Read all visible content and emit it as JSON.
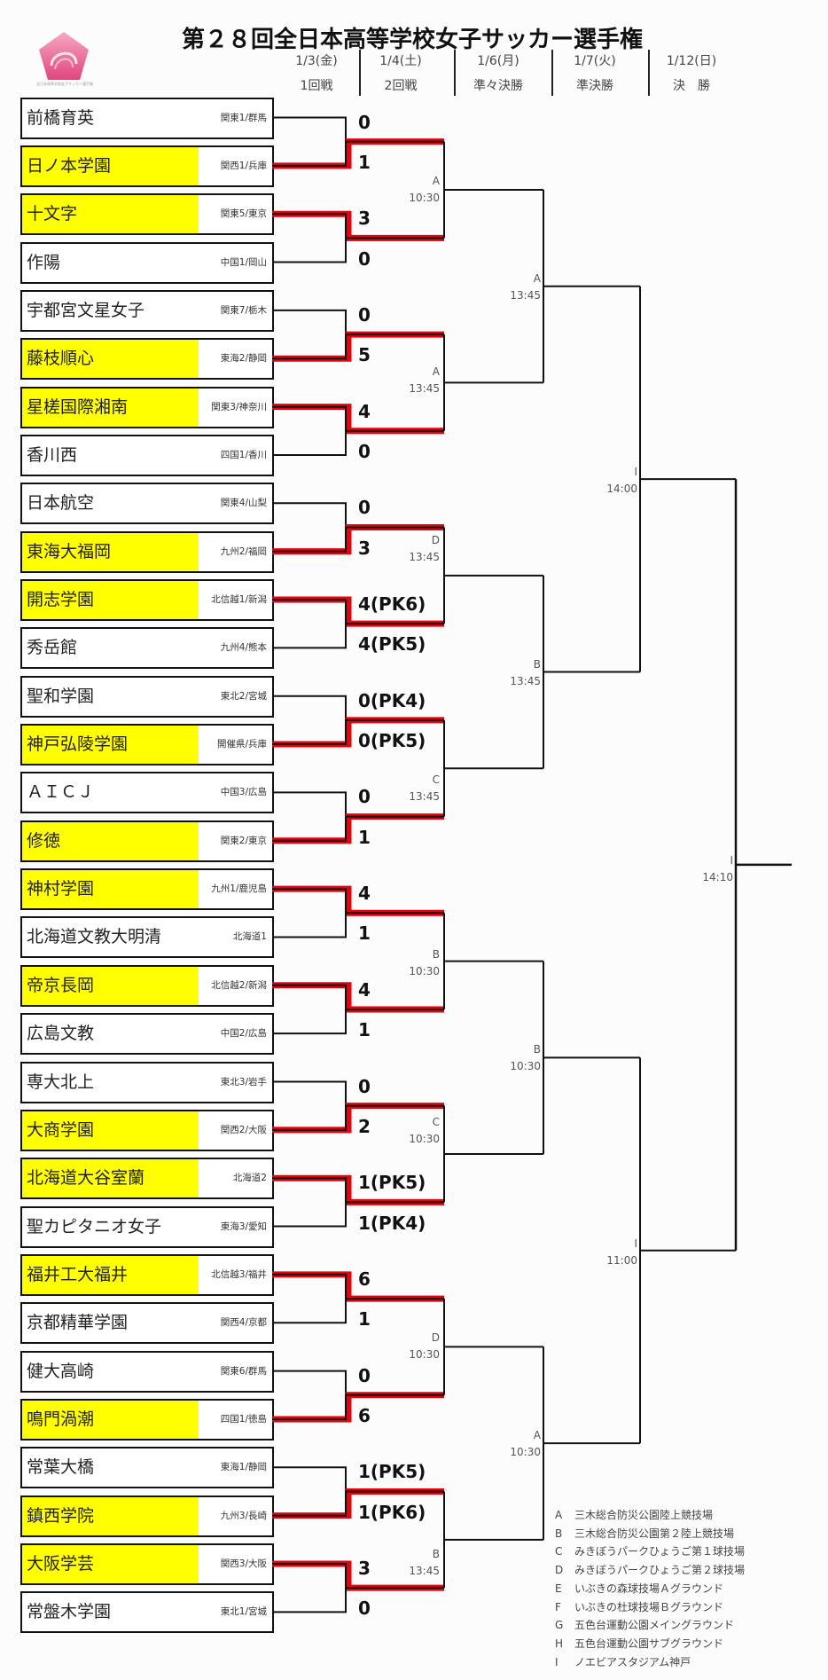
{
  "header": {
    "title": "第２８回全日本高等学校女子サッカー選手権",
    "logo_text": "全日本高等学校女子サッカー選手権"
  },
  "schedule": [
    {
      "date": "1/3(金)",
      "round": "1回戦"
    },
    {
      "date": "1/4(土)",
      "round": "2回戦"
    },
    {
      "date": "1/6(月)",
      "round": "準々決勝"
    },
    {
      "date": "1/7(火)",
      "round": "準決勝"
    },
    {
      "date": "1/12(日)",
      "round": "決　勝"
    }
  ],
  "teams": [
    {
      "name": "前橋育英",
      "region": "関東1/群馬",
      "score": "0",
      "winner": false
    },
    {
      "name": "日ノ本学園",
      "region": "関西1/兵庫",
      "score": "1",
      "winner": true
    },
    {
      "name": "十文字",
      "region": "関東5/東京",
      "score": "3",
      "winner": true
    },
    {
      "name": "作陽",
      "region": "中国1/岡山",
      "score": "0",
      "winner": false
    },
    {
      "name": "宇都宮文星女子",
      "region": "関東7/栃木",
      "score": "0",
      "winner": false
    },
    {
      "name": "藤枝順心",
      "region": "東海2/静岡",
      "score": "5",
      "winner": true
    },
    {
      "name": "星槎国際湘南",
      "region": "関東3/神奈川",
      "score": "4",
      "winner": true
    },
    {
      "name": "香川西",
      "region": "四国1/香川",
      "score": "0",
      "winner": false
    },
    {
      "name": "日本航空",
      "region": "関東4/山梨",
      "score": "0",
      "winner": false
    },
    {
      "name": "東海大福岡",
      "region": "九州2/福岡",
      "score": "3",
      "winner": true
    },
    {
      "name": "開志学園",
      "region": "北信越1/新潟",
      "score": "4(PK6)",
      "winner": true
    },
    {
      "name": "秀岳館",
      "region": "九州4/熊本",
      "score": "4(PK5)",
      "winner": false
    },
    {
      "name": "聖和学園",
      "region": "東北2/宮城",
      "score": "0(PK4)",
      "winner": false
    },
    {
      "name": "神戸弘陵学園",
      "region": "開催県/兵庫",
      "score": "0(PK5)",
      "winner": true
    },
    {
      "name": "ＡＩＣＪ",
      "region": "中国3/広島",
      "score": "0",
      "winner": false
    },
    {
      "name": "修徳",
      "region": "関東2/東京",
      "score": "1",
      "winner": true
    },
    {
      "name": "神村学園",
      "region": "九州1/鹿児島",
      "score": "4",
      "winner": true
    },
    {
      "name": "北海道文教大明清",
      "region": "北海道1",
      "score": "1",
      "winner": false
    },
    {
      "name": "帝京長岡",
      "region": "北信越2/新潟",
      "score": "4",
      "winner": true
    },
    {
      "name": "広島文教",
      "region": "中国2/広島",
      "score": "1",
      "winner": false
    },
    {
      "name": "専大北上",
      "region": "東北3/岩手",
      "score": "0",
      "winner": false
    },
    {
      "name": "大商学園",
      "region": "関西2/大阪",
      "score": "2",
      "winner": true
    },
    {
      "name": "北海道大谷室蘭",
      "region": "北海道2",
      "score": "1(PK5)",
      "winner": true
    },
    {
      "name": "聖カピタニオ女子",
      "region": "東海3/愛知",
      "score": "1(PK4)",
      "winner": false
    },
    {
      "name": "福井工大福井",
      "region": "北信越3/福井",
      "score": "6",
      "winner": true
    },
    {
      "name": "京都精華学園",
      "region": "関西4/京都",
      "score": "1",
      "winner": false
    },
    {
      "name": "健大高崎",
      "region": "関東6/群馬",
      "score": "0",
      "winner": false
    },
    {
      "name": "鳴門渦潮",
      "region": "四国1/徳島",
      "score": "6",
      "winner": true
    },
    {
      "name": "常葉大橋",
      "region": "東海1/静岡",
      "score": "1(PK5)",
      "winner": false
    },
    {
      "name": "鎮西学院",
      "region": "九州3/長崎",
      "score": "1(PK6)",
      "winner": true
    },
    {
      "name": "大阪学芸",
      "region": "関西3/大阪",
      "score": "3",
      "winner": true
    },
    {
      "name": "常盤木学園",
      "region": "東北1/宮城",
      "score": "0",
      "winner": false
    }
  ],
  "round2": [
    {
      "venue": "A",
      "time": "10:30"
    },
    {
      "venue": "A",
      "time": "13:45"
    },
    {
      "venue": "D",
      "time": "13:45"
    },
    {
      "venue": "C",
      "time": "13:45"
    },
    {
      "venue": "B",
      "time": "10:30"
    },
    {
      "venue": "C",
      "time": "10:30"
    },
    {
      "venue": "D",
      "time": "10:30"
    },
    {
      "venue": "B",
      "time": "13:45"
    }
  ],
  "quarterfinals": [
    {
      "venue": "A",
      "time": "13:45"
    },
    {
      "venue": "B",
      "time": "13:45"
    },
    {
      "venue": "B",
      "time": "10:30"
    },
    {
      "venue": "A",
      "time": "10:30"
    }
  ],
  "semifinals": [
    {
      "venue": "I",
      "time": "14:00"
    },
    {
      "venue": "I",
      "time": "11:00"
    }
  ],
  "final": {
    "venue": "I",
    "time": "14:10"
  },
  "venues_legend": [
    {
      "code": "A",
      "name": "三木総合防災公園陸上競技場"
    },
    {
      "code": "B",
      "name": "三木総合防災公園第２陸上競技場"
    },
    {
      "code": "C",
      "name": "みきぼうパークひょうご第１球技場"
    },
    {
      "code": "D",
      "name": "みきぼうパークひょうご第２球技場"
    },
    {
      "code": "E",
      "name": "いぶきの森球技場Ａグラウンド"
    },
    {
      "code": "F",
      "name": "いぶきの杜球技場Ｂグラウンド"
    },
    {
      "code": "G",
      "name": "五色台運動公園メイングラウンド"
    },
    {
      "code": "H",
      "name": "五色台運動公園サブグラウンド"
    },
    {
      "code": "I",
      "name": "ノエビアスタジアム神戸"
    }
  ],
  "colors": {
    "winner_highlight": "#ffff00",
    "winner_line": "#e8000b",
    "line": "#111111"
  }
}
